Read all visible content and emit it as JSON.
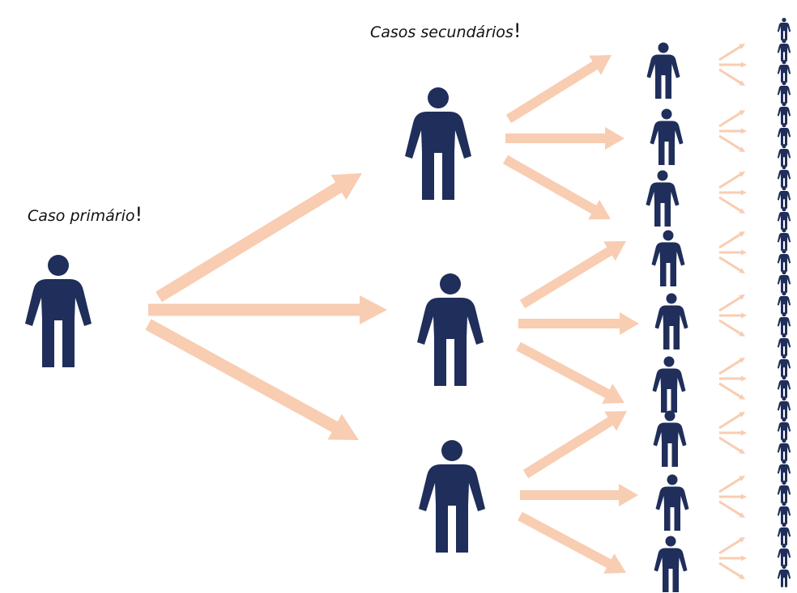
{
  "labels": {
    "primary": "Caso primário",
    "secondary": "Casos secundários",
    "exclamation": "!"
  },
  "colors": {
    "person": "#1f2e5a",
    "arrow": "#f8cdb2"
  },
  "icons": {
    "person": "person-icon"
  },
  "counts": {
    "primary": 1,
    "secondary": 3,
    "tertiary": 9,
    "quaternary": 27
  }
}
